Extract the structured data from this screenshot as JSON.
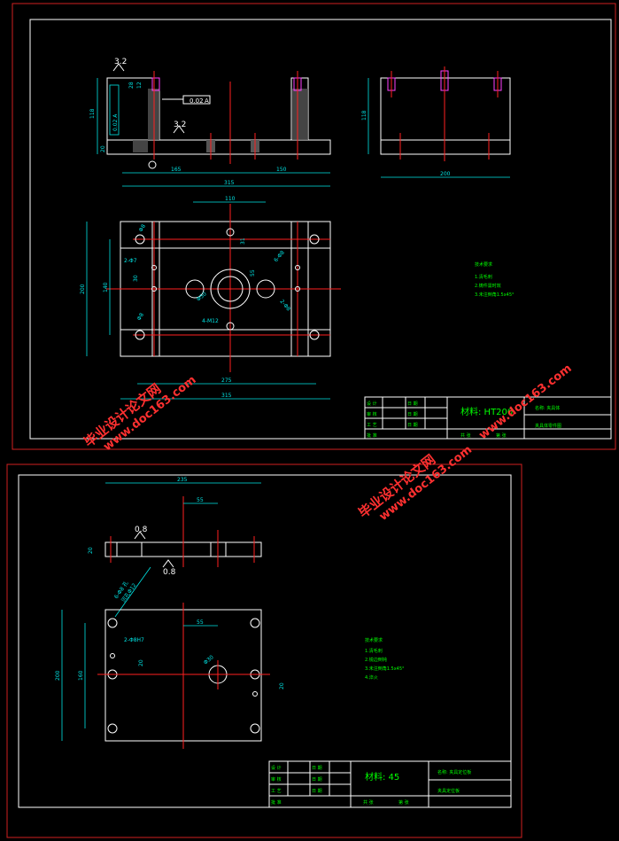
{
  "sheet1": {
    "front": {
      "roughness_top": "3.2",
      "roughness_mid": "3.2",
      "tolerance_value": "0.02",
      "tolerance_datum": "A",
      "dim_height": "118",
      "dim_base": "20",
      "dim_left": "165",
      "dim_right": "150",
      "dim_total": "315",
      "dim_small1": "28",
      "dim_small2": "12",
      "dim_side": "0.02 A"
    },
    "side": {
      "dim_height": "118",
      "dim_width": "200"
    },
    "plan": {
      "dim_110": "110",
      "dim_200": "200",
      "dim_140": "140",
      "dim_275": "275",
      "dim_315": "315",
      "dim_31": "31",
      "dim_30": "30",
      "dim_55": "55",
      "holes_a": "2-Φ7",
      "holes_b": "4-M12",
      "holes_c": "6-Φ8",
      "holes_d": "2-Φ8",
      "dia_a": "Φ50",
      "dia_b": "Φ8",
      "dia_c": "Φ8"
    },
    "notes": [
      "技术要求",
      "1.清毛刺",
      "2.铸件需时效",
      "3.未注倒角1.5x45°"
    ],
    "title": {
      "rows": [
        "设 计",
        "审 核",
        "工 艺",
        "批 准"
      ],
      "date_label": "日 期",
      "material": "材料: HT200",
      "name": "名称: 夹具体",
      "drawing": "夹具体零件图",
      "footer": [
        "共 张",
        "第 张"
      ]
    }
  },
  "sheet2": {
    "top": {
      "dim_235": "235",
      "dim_55": "55",
      "dim_20": "20",
      "rough_a": "0.8",
      "rough_b": "0.8",
      "holes": "6-Φ8 孔",
      "holes2": "沉孔Φ12"
    },
    "plan": {
      "dim_200": "200",
      "dim_160": "160",
      "dim_55": "55",
      "dim_20a": "20",
      "dim_20b": "20",
      "dia": "Φ30",
      "holes": "2-Φ8H7"
    },
    "notes": [
      "技术要求",
      "1.清毛刺",
      "2.锐边倒钝",
      "3.未注倒角1.5x45°",
      "4.淬火"
    ],
    "title": {
      "rows": [
        "设 计",
        "审 核",
        "工 艺",
        "批 准"
      ],
      "date_label": "日 期",
      "material": "材料: 45",
      "name": "名称: 夹具定位板",
      "drawing": "夹具定位板",
      "footer": [
        "共 张",
        "第 张"
      ]
    }
  },
  "watermark": {
    "cn": "毕业设计论文网",
    "url": "www.doc163.com"
  },
  "colors": {
    "background": "#000000",
    "outline": "#ffffff",
    "dimension": "#00e5e5",
    "centerline": "#ff2020",
    "sheet_border": "#d02020",
    "notes": "#00ff00"
  }
}
